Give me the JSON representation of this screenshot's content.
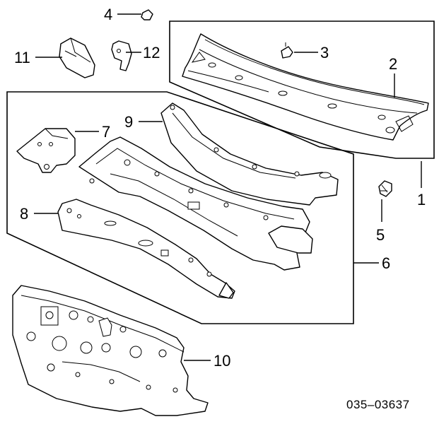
{
  "diagram": {
    "callouts": [
      {
        "id": "1",
        "label": "1"
      },
      {
        "id": "2",
        "label": "2"
      },
      {
        "id": "3",
        "label": "3"
      },
      {
        "id": "4",
        "label": "4"
      },
      {
        "id": "5",
        "label": "5"
      },
      {
        "id": "6",
        "label": "6"
      },
      {
        "id": "7",
        "label": "7"
      },
      {
        "id": "8",
        "label": "8"
      },
      {
        "id": "9",
        "label": "9"
      },
      {
        "id": "10",
        "label": "10"
      },
      {
        "id": "11",
        "label": "11"
      },
      {
        "id": "12",
        "label": "12"
      }
    ],
    "reference_code": "035–03637"
  }
}
